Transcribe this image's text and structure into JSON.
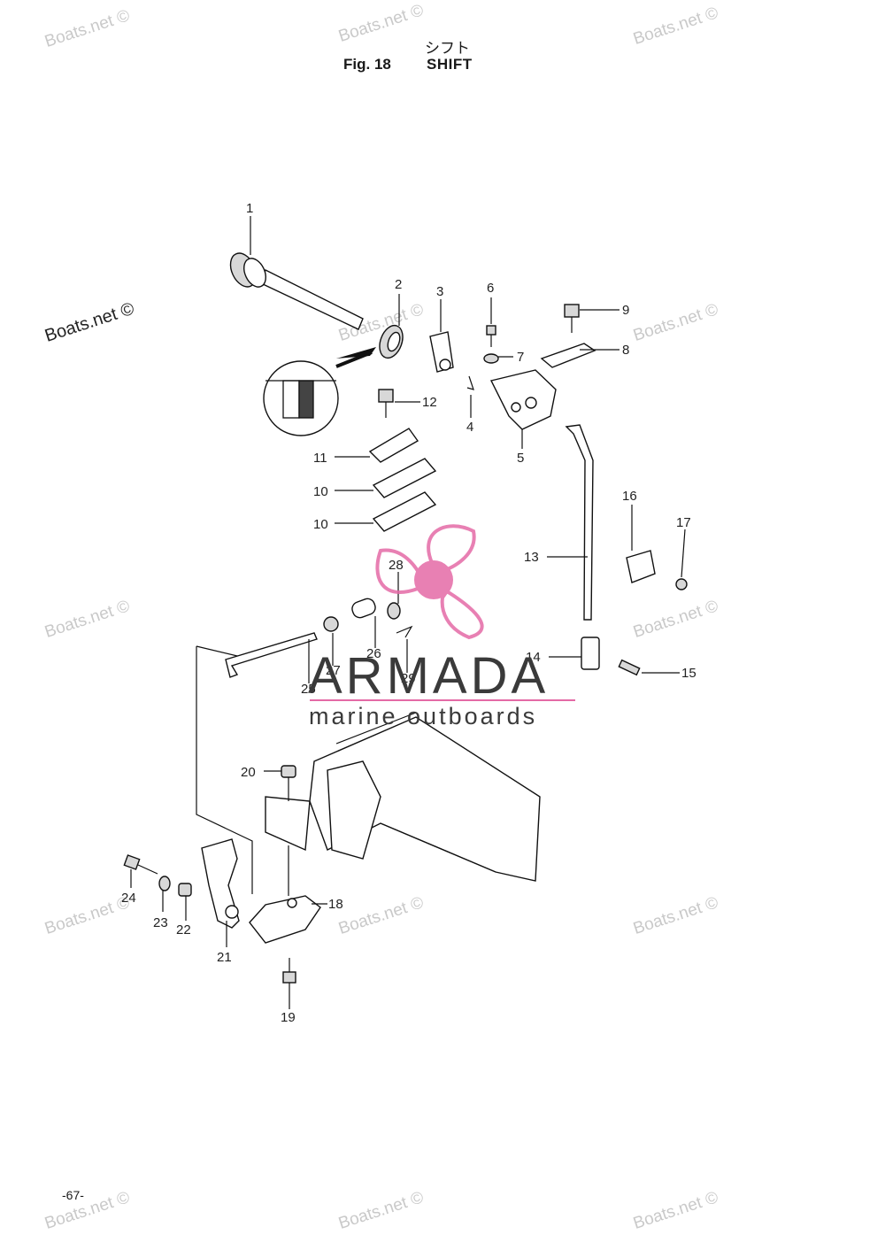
{
  "header": {
    "title_jp": "シフト",
    "fig_number": "Fig. 18",
    "fig_name": "SHIFT"
  },
  "page_number": "-67-",
  "watermarks": {
    "text": "Boats.net ©",
    "dark_text": "Boats.net ©"
  },
  "brand": {
    "name": "ARMADA",
    "tagline": "marine outboards",
    "accent_color": "#e46aa6"
  },
  "callouts": [
    "1",
    "2",
    "3",
    "4",
    "5",
    "6",
    "7",
    "8",
    "9",
    "10",
    "10",
    "11",
    "12",
    "13",
    "14",
    "15",
    "16",
    "17",
    "18",
    "19",
    "20",
    "21",
    "22",
    "23",
    "24",
    "25",
    "26",
    "27",
    "28",
    "29"
  ]
}
